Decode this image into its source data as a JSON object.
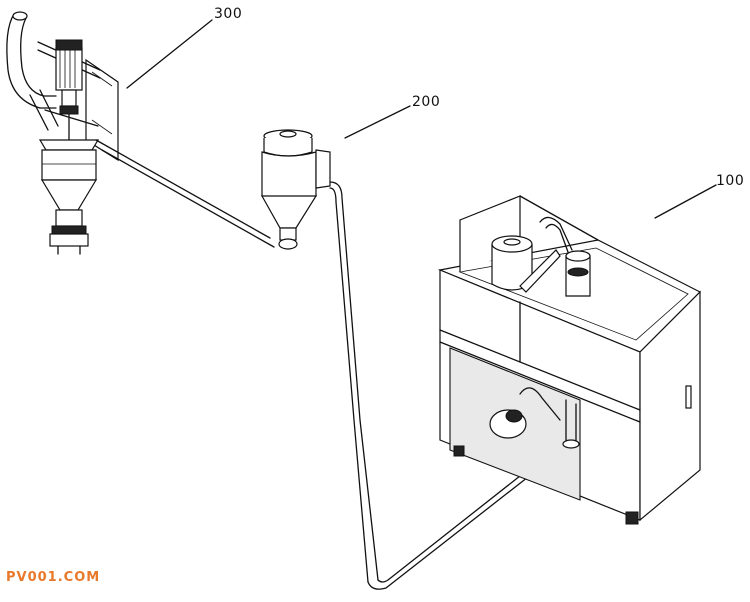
{
  "labels": {
    "unit_300": "300",
    "unit_200": "200",
    "unit_100": "100"
  },
  "watermark": {
    "text": "PV001.COM",
    "color": "#e8782a"
  },
  "colors": {
    "line": "#111111",
    "background": "#ffffff"
  }
}
